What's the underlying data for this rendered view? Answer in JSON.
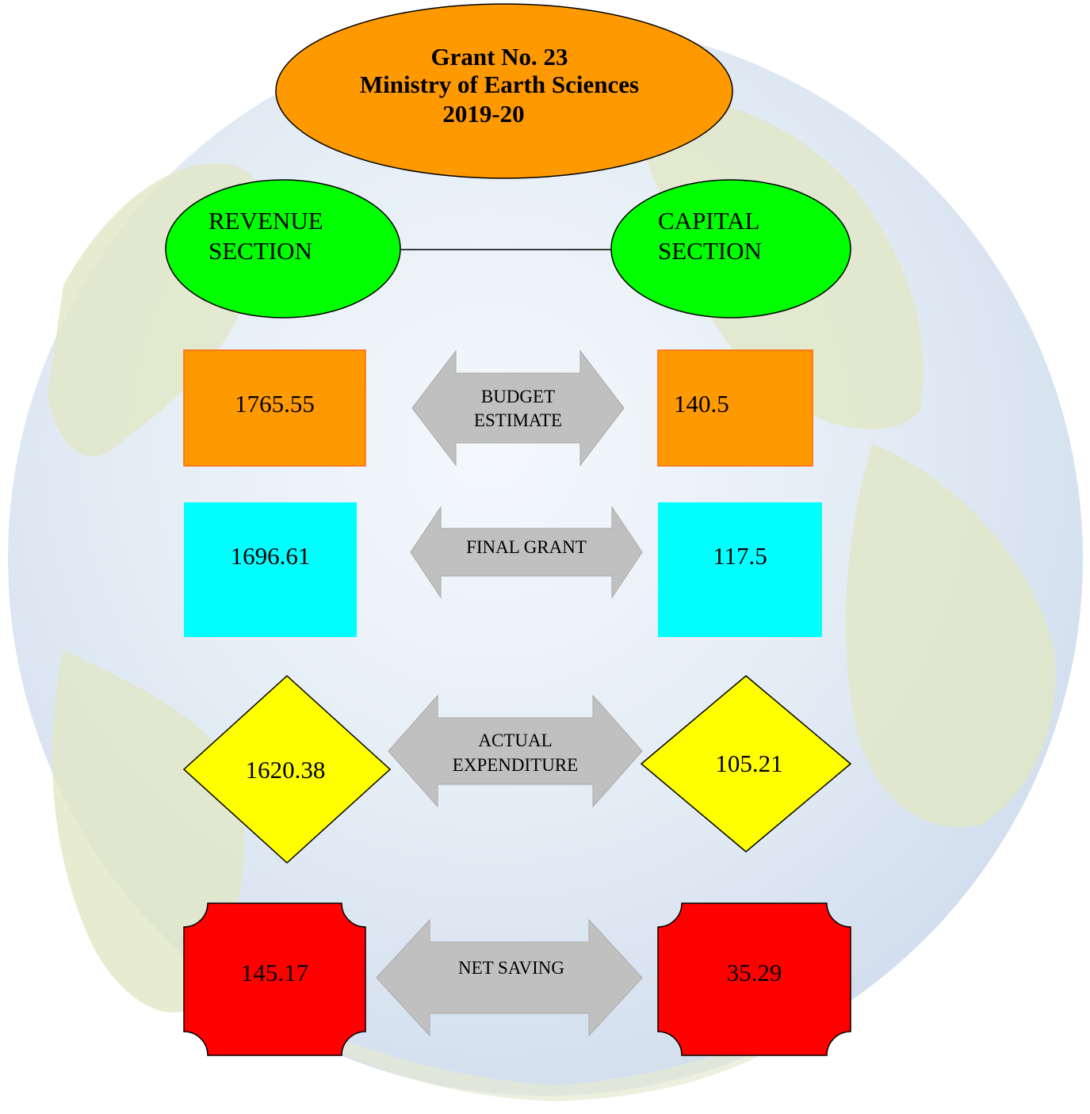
{
  "title": {
    "line1": "Grant No. 23",
    "line2": "Ministry of Earth Sciences",
    "line3": "2019-20"
  },
  "sections": {
    "revenue_line1": "REVENUE",
    "revenue_line2": "SECTION",
    "capital_line1": "CAPITAL",
    "capital_line2": "SECTION"
  },
  "rows": [
    {
      "label_lines": [
        "BUDGET",
        "ESTIMATE"
      ],
      "revenue": "1765.55",
      "capital": "140.5",
      "shape": "rectangle",
      "color": "#ff9900"
    },
    {
      "label_lines": [
        "FINAL GRANT"
      ],
      "revenue": "1696.61",
      "capital": "117.5",
      "shape": "rectangle",
      "color": "#00ffff"
    },
    {
      "label_lines": [
        "ACTUAL",
        "EXPENDITURE"
      ],
      "revenue": "1620.38",
      "capital": "105.21",
      "shape": "diamond",
      "color": "#ffff00"
    },
    {
      "label_lines": [
        "NET SAVING"
      ],
      "revenue": "145.17",
      "capital": "35.29",
      "shape": "notched-rectangle",
      "color": "#ff0000"
    }
  ],
  "colors": {
    "title_fill": "#ff9900",
    "section_fill": "#00ff00",
    "arrow_fill": "#c0c0c0",
    "background_ocean": "#dfe9f3",
    "background_land": "#dfe5c4"
  }
}
